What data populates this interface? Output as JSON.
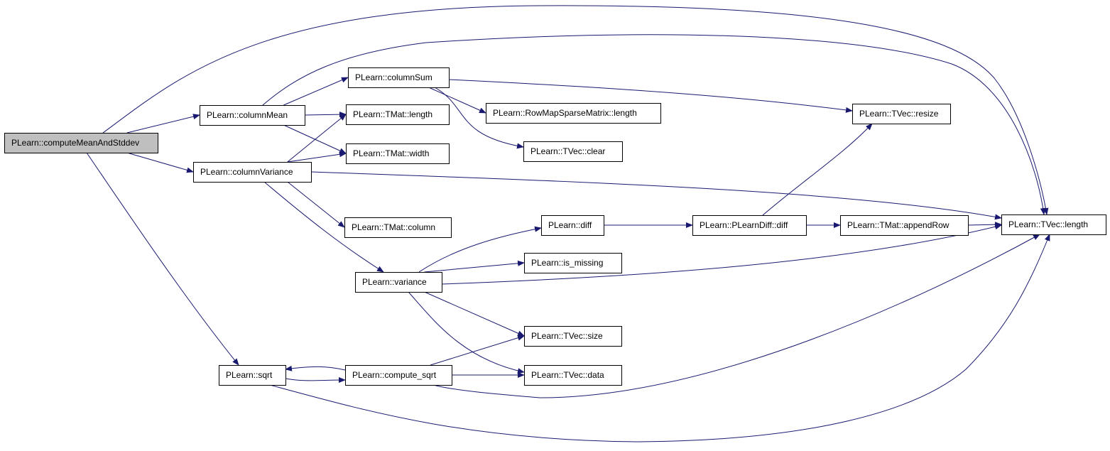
{
  "colors": {
    "edge": "#191970",
    "node_border": "#000000",
    "root_fill": "#bfbfbf",
    "node_fill": "#ffffff"
  },
  "nodes": [
    {
      "id": "computeMeanAndStddev",
      "label": "PLearn::computeMeanAndStddev",
      "root": true
    },
    {
      "id": "columnMean",
      "label": "PLearn::columnMean"
    },
    {
      "id": "columnVariance",
      "label": "PLearn::columnVariance"
    },
    {
      "id": "sqrt",
      "label": "PLearn::sqrt"
    },
    {
      "id": "columnSum",
      "label": "PLearn::columnSum"
    },
    {
      "id": "tmat_length",
      "label": "PLearn::TMat::length"
    },
    {
      "id": "tmat_width",
      "label": "PLearn::TMat::width"
    },
    {
      "id": "tmat_column",
      "label": "PLearn::TMat::column"
    },
    {
      "id": "variance",
      "label": "PLearn::variance"
    },
    {
      "id": "compute_sqrt",
      "label": "PLearn::compute_sqrt"
    },
    {
      "id": "rowmap_length",
      "label": "PLearn::RowMapSparseMatrix::length"
    },
    {
      "id": "tvec_clear",
      "label": "PLearn::TVec::clear"
    },
    {
      "id": "diff",
      "label": "PLearn::diff"
    },
    {
      "id": "is_missing",
      "label": "PLearn::is_missing"
    },
    {
      "id": "tvec_size",
      "label": "PLearn::TVec::size"
    },
    {
      "id": "tvec_data",
      "label": "PLearn::TVec::data"
    },
    {
      "id": "tvec_resize",
      "label": "PLearn::TVec::resize"
    },
    {
      "id": "plearndiff_diff",
      "label": "PLearn::PLearnDiff::diff"
    },
    {
      "id": "tmat_appendRow",
      "label": "PLearn::TMat::appendRow"
    },
    {
      "id": "tvec_length",
      "label": "PLearn::TVec::length"
    }
  ],
  "edges": [
    [
      "computeMeanAndStddev",
      "columnMean"
    ],
    [
      "computeMeanAndStddev",
      "columnVariance"
    ],
    [
      "computeMeanAndStddev",
      "sqrt"
    ],
    [
      "computeMeanAndStddev",
      "tvec_length"
    ],
    [
      "columnMean",
      "columnSum"
    ],
    [
      "columnMean",
      "tmat_length"
    ],
    [
      "columnMean",
      "tmat_width"
    ],
    [
      "columnMean",
      "tvec_length"
    ],
    [
      "columnSum",
      "rowmap_length"
    ],
    [
      "columnSum",
      "tvec_clear"
    ],
    [
      "columnSum",
      "tvec_resize"
    ],
    [
      "columnVariance",
      "tmat_length"
    ],
    [
      "columnVariance",
      "tmat_width"
    ],
    [
      "columnVariance",
      "tmat_column"
    ],
    [
      "columnVariance",
      "variance"
    ],
    [
      "columnVariance",
      "tvec_length"
    ],
    [
      "variance",
      "diff"
    ],
    [
      "variance",
      "is_missing"
    ],
    [
      "variance",
      "tvec_size"
    ],
    [
      "variance",
      "tvec_data"
    ],
    [
      "variance",
      "tvec_length"
    ],
    [
      "diff",
      "plearndiff_diff"
    ],
    [
      "plearndiff_diff",
      "tvec_resize"
    ],
    [
      "plearndiff_diff",
      "tmat_appendRow"
    ],
    [
      "tmat_appendRow",
      "tvec_length"
    ],
    [
      "sqrt",
      "compute_sqrt"
    ],
    [
      "sqrt",
      "tvec_length"
    ],
    [
      "compute_sqrt",
      "sqrt"
    ],
    [
      "compute_sqrt",
      "tvec_size"
    ],
    [
      "compute_sqrt",
      "tvec_data"
    ],
    [
      "compute_sqrt",
      "tvec_length"
    ]
  ]
}
